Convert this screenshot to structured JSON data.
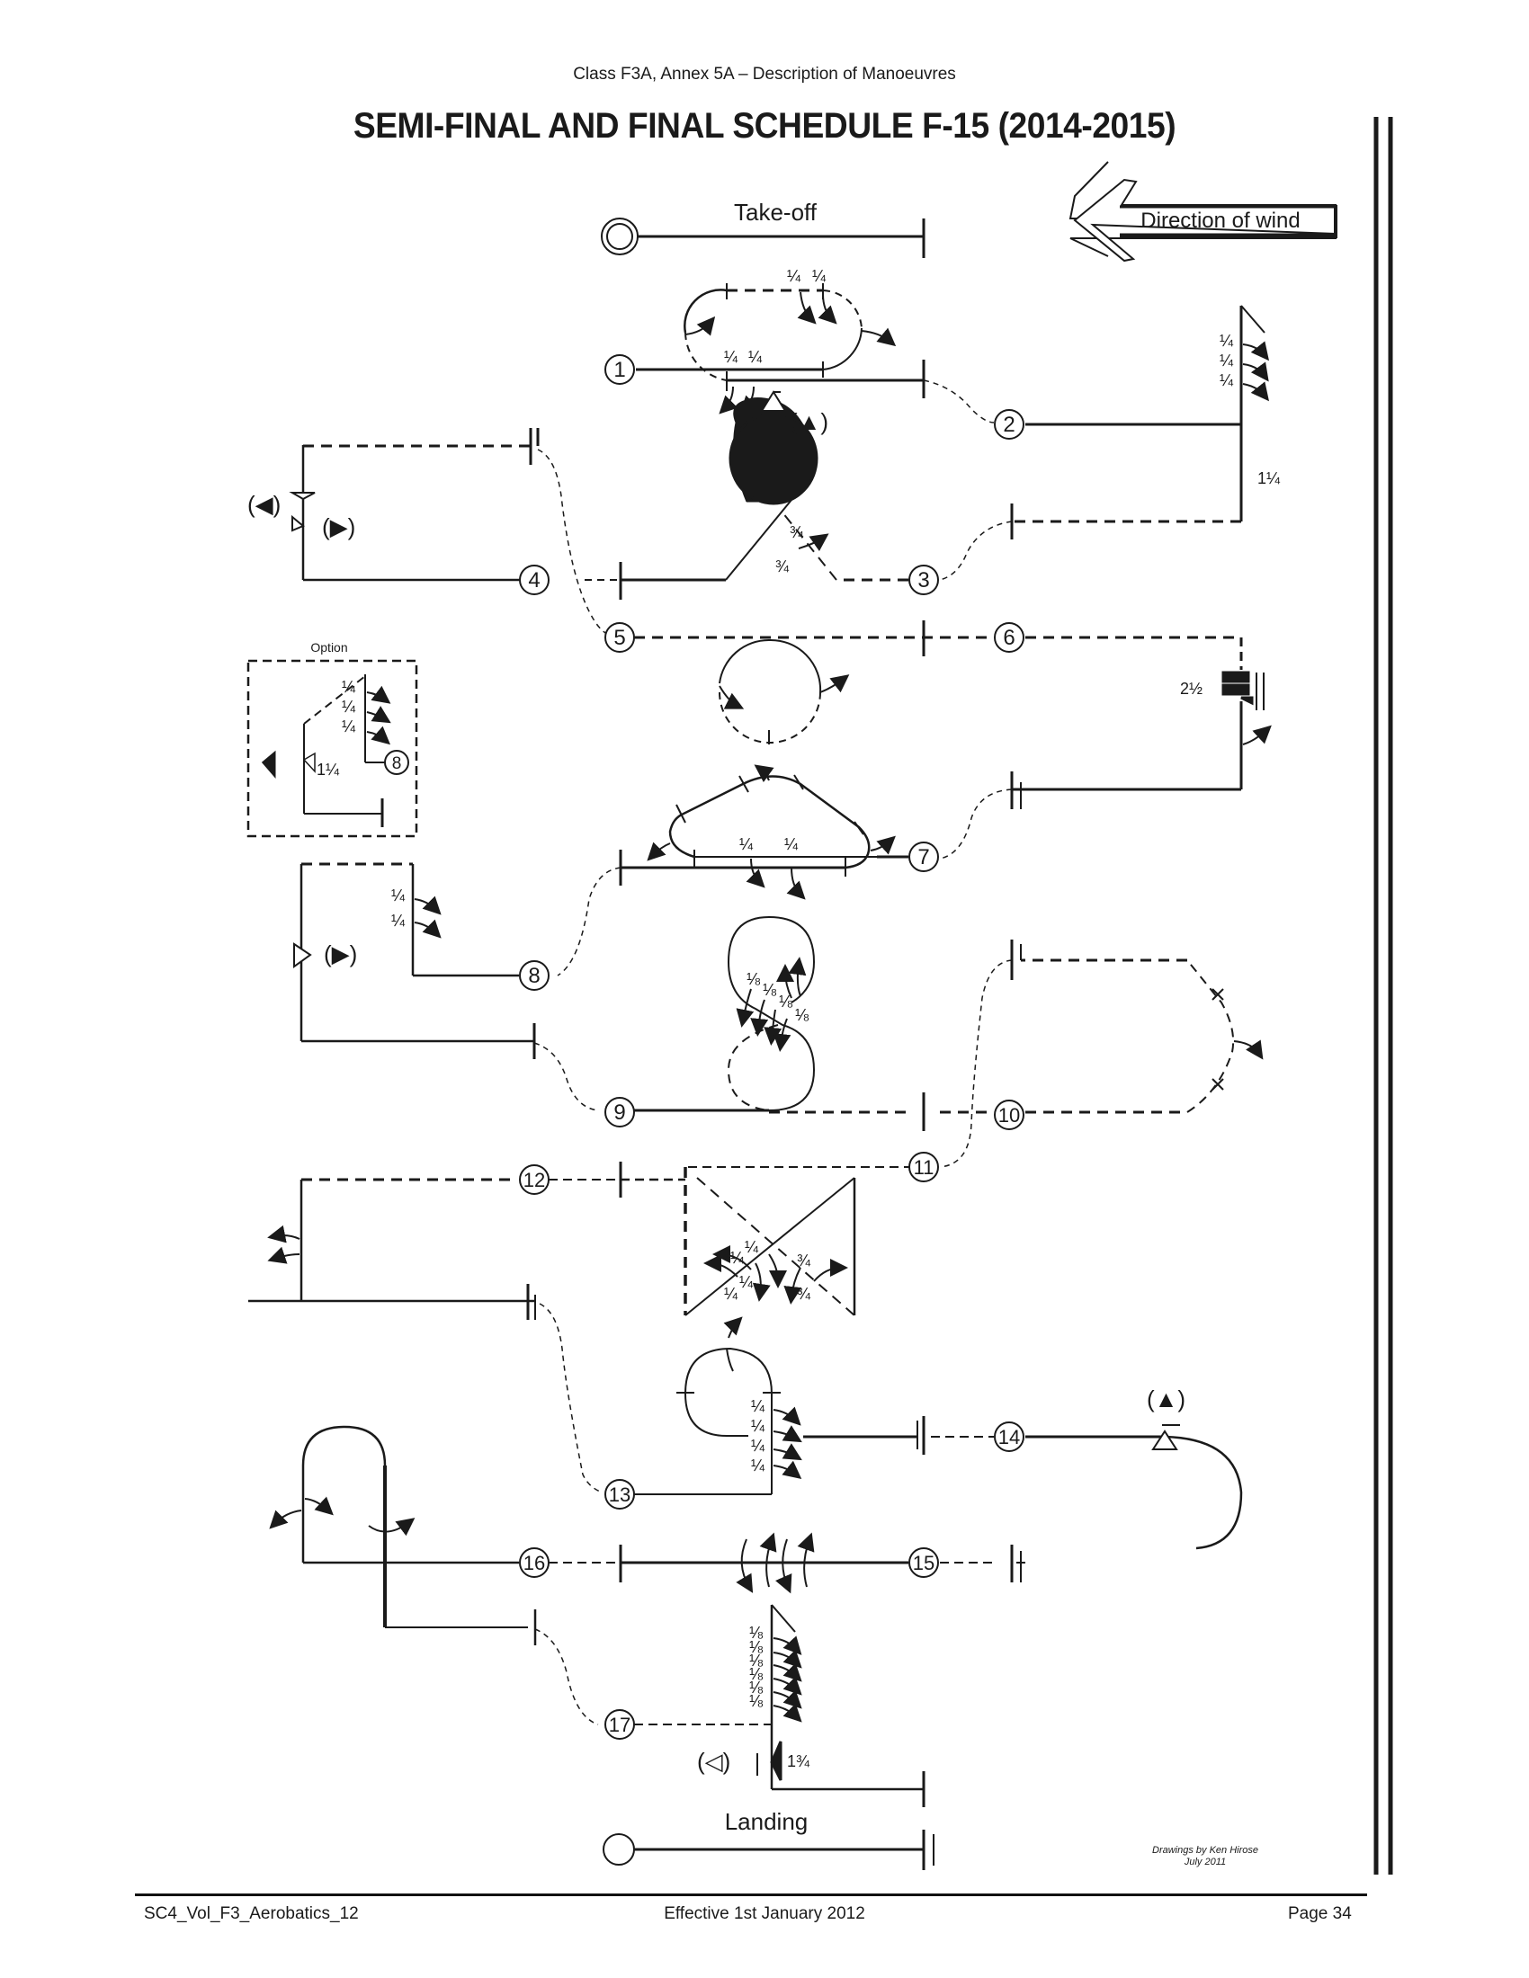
{
  "header": {
    "subtitle": "Class F3A, Annex 5A – Description of Manoeuvres",
    "title": "SEMI-FINAL AND FINAL SCHEDULE F-15  (2014-2015)"
  },
  "diagram": {
    "takeoff_label": "Take-off",
    "landing_label": "Landing",
    "wind_label": "Direction of wind",
    "option_label": "Option",
    "credit_line1": "Drawings by Ken Hirose",
    "credit_line2": "July  2011",
    "manoeuvre_numbers": [
      "1",
      "2",
      "3",
      "4",
      "5",
      "6",
      "7",
      "8",
      "9",
      "10",
      "11",
      "12",
      "13",
      "14",
      "15",
      "16",
      "17"
    ],
    "option_number": "8",
    "roll_labels": {
      "quarter": "¼",
      "eighth": "⅛",
      "three_quarter": "¾",
      "one_and_quarter": "1¼",
      "two_and_half": "2½",
      "one_and_three_quarter": "1¾"
    }
  },
  "footer": {
    "left": "SC4_Vol_F3_Aerobatics_12",
    "center": "Effective 1st January 2012",
    "right": "Page 34"
  }
}
